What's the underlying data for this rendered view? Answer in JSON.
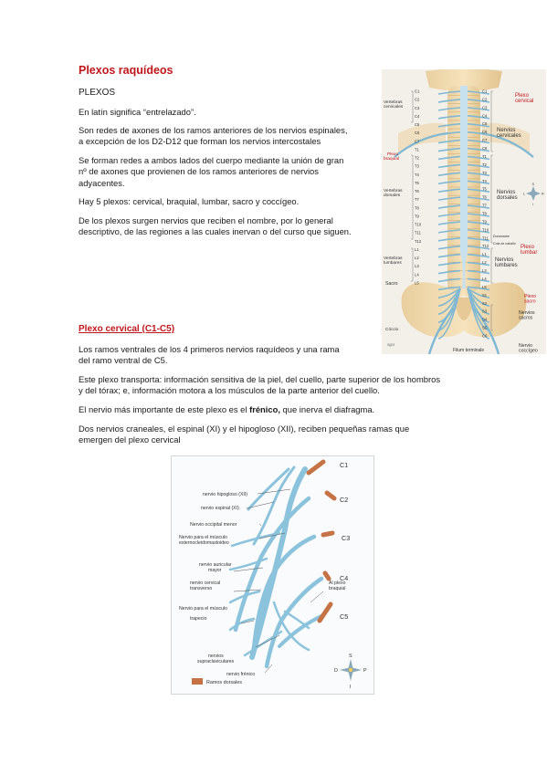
{
  "doc": {
    "title": "Plexos raquídeos",
    "p_plexos": "PLEXOS",
    "p_latin": "En latín significa “entrelazado”.",
    "p_redes": [
      "Son redes de axones de los ramos anteriores de los nervios espinales,",
      "a excepción de los D2-D12 que forman los nervios intercostales"
    ],
    "p_forman": [
      "Se forman redes a ambos lados del cuerpo mediante la unión de gran",
      "nº de axones que provienen de los ramos anteriores de nervios",
      "adyacentes."
    ],
    "p_hay": "Hay 5 plexos: cervical, braquial, lumbar, sacro y coccígeo.",
    "p_surgen": [
      "De los plexos surgen nervios que reciben el nombre, por lo general",
      "descriptivo, de las regiones a las cuales inervan o del curso que siguen."
    ],
    "subtitle": "Plexo cervical (C1-C5)",
    "p_ramos": [
      "Los ramos ventrales de los 4 primeros nervios raquídeos y una rama",
      "del ramo ventral de C5."
    ],
    "p_transporta": [
      "Este plexo transporta: información sensitiva de la piel, del cuello, parte superior de los hombros",
      "y del tórax; e, información motora a los músculos de la parte anterior del cuello."
    ],
    "p_frenico_pre": "El nervio más importante de este plexo es el ",
    "p_frenico_bold": "frénico,",
    "p_frenico_post": " que inerva el diafragma.",
    "p_craneales": [
      "Dos nervios craneales, el espinal (XI) y el hipogloso (XII), reciben pequeñas ramas que",
      "emergen del plexo cervical"
    ]
  },
  "spine": {
    "left_labels": {
      "vert_cervicales": [
        "Vertebras",
        "cervicales"
      ],
      "plexo_braquial": [
        "Plexo",
        "braquial"
      ],
      "vert_dorsales": [
        "Vertebras",
        "dorsales"
      ],
      "vert_lumbares": [
        "Vertebras",
        "lumbares"
      ],
      "sacro": "Sacro",
      "coxis": "Cóccix",
      "credit": "sgar"
    },
    "left_segments": [
      "C1",
      "C2",
      "C3",
      "C4",
      "C5",
      "C6",
      "C7",
      "T1",
      "T2",
      "T3",
      "T4",
      "T5",
      "T6",
      "T7",
      "T8",
      "T9",
      "T10",
      "T11",
      "T12",
      "L1",
      "L2",
      "L3",
      "L4",
      "L5"
    ],
    "right_segments": [
      "C1",
      "C2",
      "C3",
      "C4",
      "C5",
      "C6",
      "C7",
      "C8",
      "T1",
      "T2",
      "T3",
      "T4",
      "T5",
      "T6",
      "T7",
      "T8",
      "T9",
      "T10",
      "T11",
      "T12",
      "L1",
      "L2",
      "L3",
      "L4",
      "L5",
      "S1",
      "S2",
      "S3",
      "S4",
      "S5",
      "C0"
    ],
    "right_labels": {
      "plexo_cervical": [
        "Plexo",
        "cervical"
      ],
      "nervios_cervicales": [
        "Nervios",
        "cervicales"
      ],
      "nervios_dorsales": [
        "Nervios",
        "dorsales"
      ],
      "duramadre": "Duramadre",
      "cola_caballo": "Cola de caballo",
      "plexo_lumbar": [
        "Plexo",
        "lumbar"
      ],
      "nervios_lumbares": [
        "Nervios",
        "lumbares"
      ],
      "plexo_sacro": [
        "Plexo",
        "sacro"
      ],
      "nervios_sacros": [
        "Nervios",
        "sacros"
      ],
      "nervio_coccigeo": [
        "Nervio",
        "coccígeo"
      ],
      "filum": "Filum terminale"
    },
    "compass": {
      "s": "S",
      "l": "L",
      "r": "R",
      "i": "I"
    }
  },
  "cervical": {
    "labels": {
      "hipogloso": "nervio hipogloso (XII)",
      "espinal": "nervio espinal (XI)",
      "occipital": "Nervio occipital menor",
      "esterno": [
        "Nervio para el músculo",
        "esternocleidomastoideo"
      ],
      "auricular": [
        "nervio auricular",
        "mayor"
      ],
      "transverso": [
        "nervio cervical",
        "transverso"
      ],
      "trapecio": [
        "Nervio para el músculo",
        "trapecio"
      ],
      "supraclaviculares": [
        "nervios",
        "supraclaviculares"
      ],
      "frenico": "nervio frénico",
      "braquial": [
        "Al plexo",
        "braquial"
      ],
      "ramos_dorsales": "Ramos dorsales"
    },
    "roots": [
      "C1",
      "C2",
      "C3",
      "C4",
      "C5"
    ],
    "compass": {
      "s": "S",
      "d": "D",
      "p": "P",
      "i": "I"
    }
  }
}
